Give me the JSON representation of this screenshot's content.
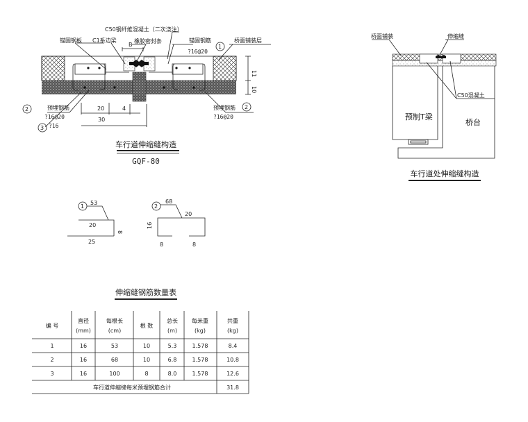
{
  "main_detail": {
    "title": "车行道伸缩缝构造",
    "subtitle": "GQF-80",
    "labels": {
      "c50": "C50钢纤维混凝土（二次浇注）",
      "anchor_plate": "锚固钢板",
      "edge_beam": "C1系边梁",
      "rubber_seal": "橡胶密封条",
      "anchor_bar": "锚固钢筋",
      "anchor_bar_spec": "?16@20",
      "deck_pavement": "桥面铺装层",
      "embedded_bar_left": "预埋钢筋",
      "embedded_bar_left_spec": "?16@20",
      "embedded_bar_right": "预埋钢筋",
      "embedded_bar_right_spec": "?16@20",
      "bar3_spec": "?16"
    },
    "markers": [
      "1",
      "2",
      "2",
      "3"
    ],
    "dimensions": {
      "gap": "B",
      "top_h": "11",
      "bottom_h": "10",
      "w20": "20",
      "w4": "4",
      "w30": "30"
    }
  },
  "side_detail": {
    "title": "车行道处伸缩缝构造",
    "labels": {
      "pavement": "桥面铺装",
      "joint": "伸缩缝",
      "concrete": "C50混凝土",
      "girder": "预制T梁",
      "abutment": "桥台"
    }
  },
  "bar_shapes": [
    {
      "marker": "1",
      "length": "53",
      "dims": [
        "20",
        "8",
        "25"
      ]
    },
    {
      "marker": "2",
      "length": "68",
      "dims": [
        "20",
        "16",
        "8",
        "8"
      ]
    }
  ],
  "rebar_table": {
    "title": "伸缩缝钢筋数量表",
    "headers": [
      {
        "label": "编 号",
        "unit": ""
      },
      {
        "label": "直径",
        "unit": "(mm)"
      },
      {
        "label": "每根长",
        "unit": "(cm)"
      },
      {
        "label": "根 数",
        "unit": ""
      },
      {
        "label": "总长",
        "unit": "(m)"
      },
      {
        "label": "每米重",
        "unit": "(kg)"
      },
      {
        "label": "共重",
        "unit": "(kg)"
      }
    ],
    "rows": [
      [
        "1",
        "16",
        "53",
        "10",
        "5.3",
        "1.578",
        "8.4"
      ],
      [
        "2",
        "16",
        "68",
        "10",
        "6.8",
        "1.578",
        "10.8"
      ],
      [
        "3",
        "16",
        "100",
        "8",
        "8.0",
        "1.578",
        "12.6"
      ]
    ],
    "total_label": "车行道伸缩缝每米预埋钢筋合计",
    "total_value": "31.8"
  }
}
